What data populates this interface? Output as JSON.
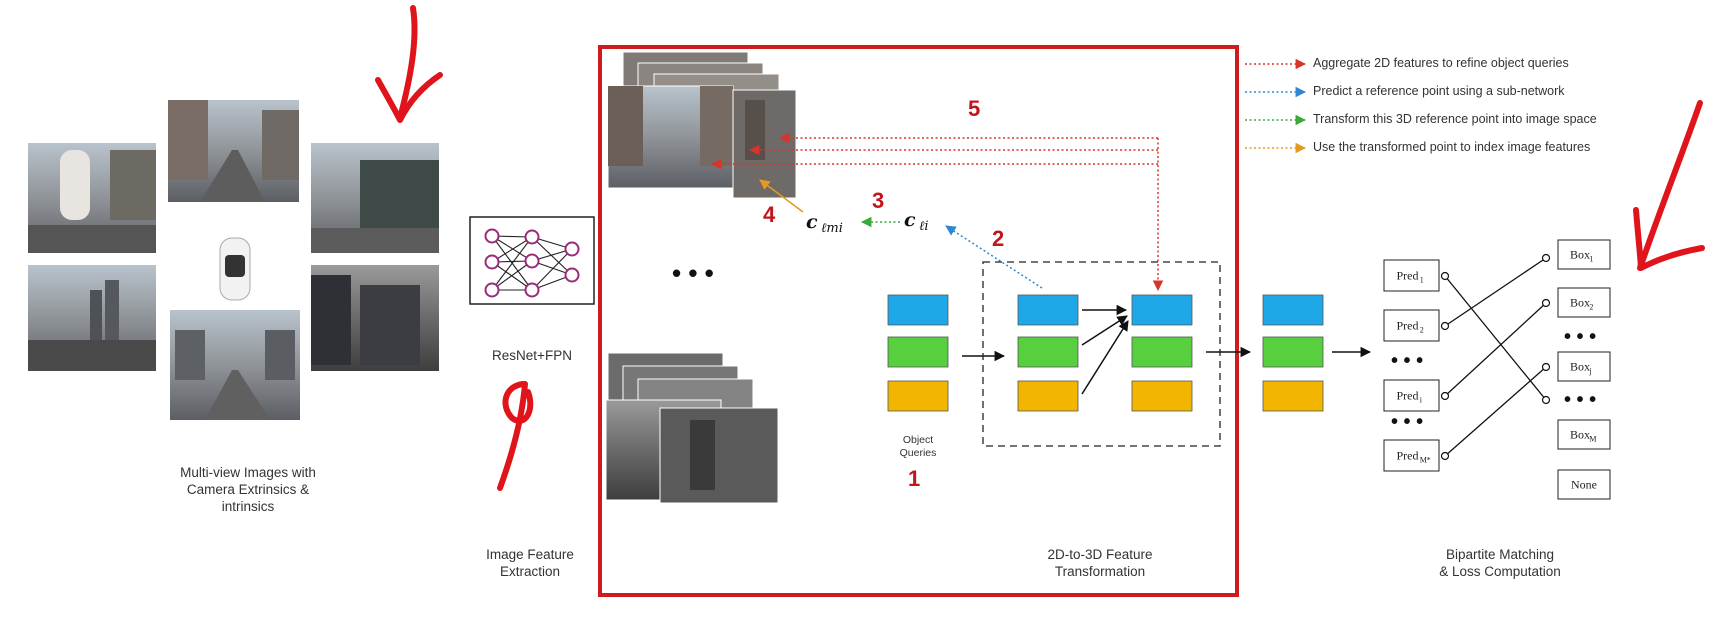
{
  "labels": {
    "multiview": [
      "Multi-view Images with",
      "Camera Extrinsics &",
      "intrinsics"
    ],
    "backbone": "ResNet+FPN",
    "feature_extraction": [
      "Image Feature",
      "Extraction"
    ],
    "object_queries": [
      "Object",
      "Queries"
    ],
    "transformation": [
      "2D-to-3D Feature",
      "Transformation"
    ],
    "matching": [
      "Bipartite Matching",
      "& Loss Computation"
    ]
  },
  "step_numbers": {
    "one": "1",
    "two": "2",
    "three": "3",
    "four": "4",
    "five": "5"
  },
  "math": {
    "c_li_base": "c",
    "c_li_sub": "ℓi",
    "c_lmi_base": "c",
    "c_lmi_sub": "ℓmi"
  },
  "ellipsis": "• • •",
  "legend": [
    {
      "text": "Aggregate 2D features to refine object queries",
      "color": "#d9342b"
    },
    {
      "text": "Predict a reference point using a sub-network",
      "color": "#2f86d1"
    },
    {
      "text": "Transform this 3D reference point into image space",
      "color": "#3aa83a"
    },
    {
      "text": "Use the transformed point to index image features",
      "color": "#e39a1f"
    }
  ],
  "predictions": [
    {
      "base": "Pred",
      "sub": "1"
    },
    {
      "base": "Pred",
      "sub": "2"
    },
    {
      "base": "Pred",
      "sub": "i"
    },
    {
      "base": "Pred",
      "sub": "M*"
    }
  ],
  "boxes": [
    {
      "base": "Box",
      "sub": "1"
    },
    {
      "base": "Box",
      "sub": "2"
    },
    {
      "base": "Box",
      "sub": "j"
    },
    {
      "base": "Box",
      "sub": "M"
    },
    {
      "base": "None",
      "sub": ""
    }
  ],
  "colors": {
    "query_blue": "#1ea8e8",
    "query_green": "#58cf3e",
    "query_yellow": "#f3b600",
    "frame_red": "#cf1b1b",
    "annotation_red": "#e0141b"
  }
}
